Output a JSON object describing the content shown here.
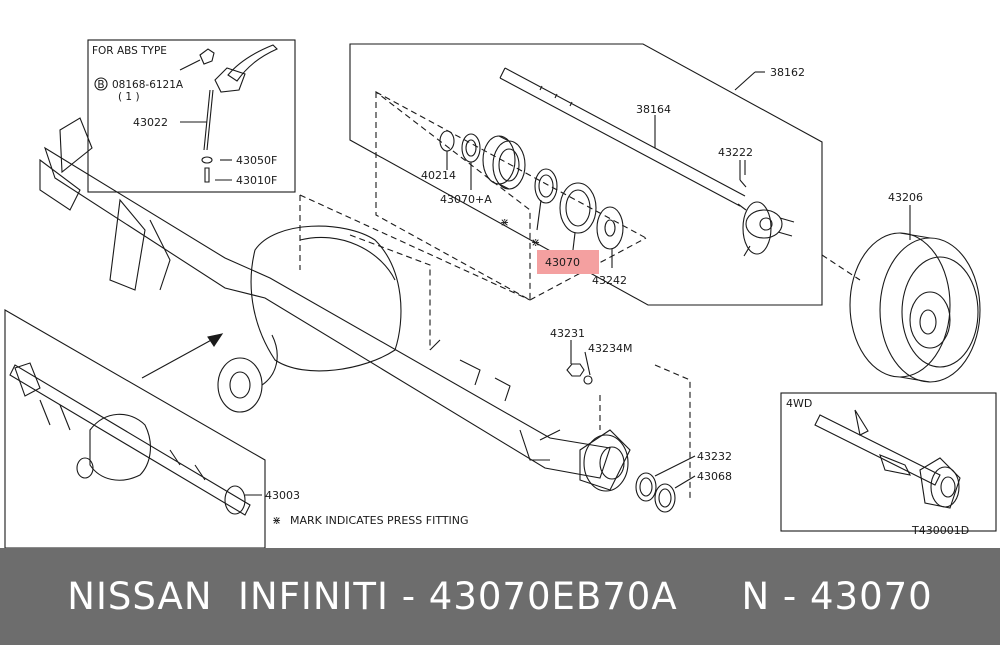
{
  "diagram": {
    "abs_box_title": "FOR ABS TYPE",
    "abs_bolt_code": "08168-6121A",
    "abs_bolt_qty": "( 1 )",
    "bolt_circle_letter": "B",
    "mark_note": "MARK INDICATES PRESS FITTING",
    "press_mark_symbol": "⋇",
    "box_4wd_label": "4WD",
    "drawing_code": "T430001D",
    "highlight_color": "#f4a0a0",
    "parts": {
      "p43022": "43022",
      "p43050f": "43050F",
      "p43010f": "43010F",
      "p40214": "40214",
      "p43070a": "43070+A",
      "p43070": "43070",
      "p43242": "43242",
      "p38164": "38164",
      "p38162": "38162",
      "p43222": "43222",
      "p43206": "43206",
      "p43231": "43231",
      "p43234m": "43234M",
      "p43232": "43232",
      "p43068": "43068",
      "p43003": "43003"
    }
  },
  "banner": {
    "text": "NISSAN  INFINITI - 43070EB70A     N - 43070"
  }
}
